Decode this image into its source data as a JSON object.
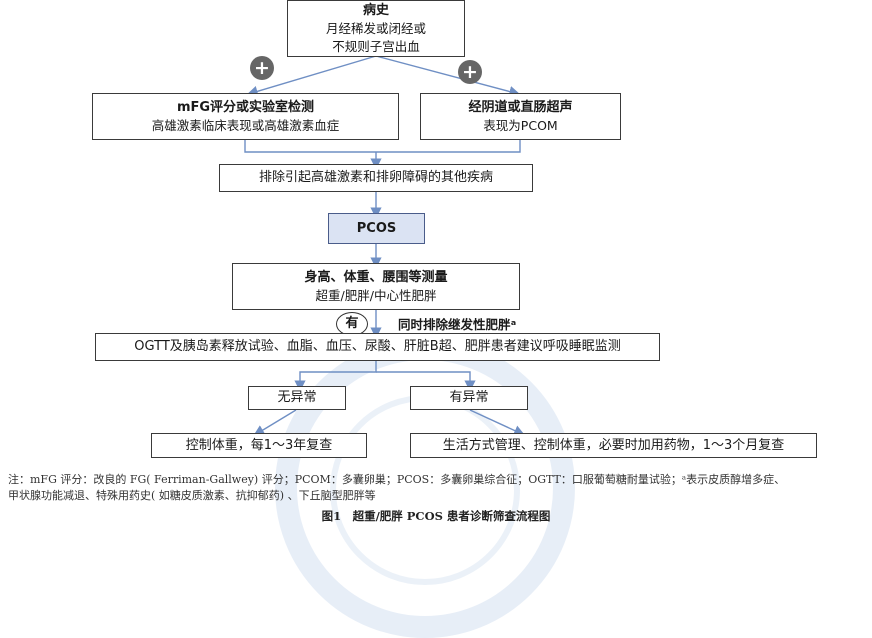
{
  "history": {
    "title": "病史",
    "line1": "月经稀发或闭经或",
    "line2": "不规则子宫出血"
  },
  "plus_symbol": "+",
  "mfg": {
    "title": "mFG评分或实验室检测",
    "subtitle": "高雄激素临床表现或高雄激素血症"
  },
  "ultrasound": {
    "title": "经阴道或直肠超声",
    "subtitle": "表现为PCOM"
  },
  "exclude": {
    "text": "排除引起高雄激素和排卵障碍的其他疾病"
  },
  "pcos": {
    "text": "PCOS"
  },
  "measure": {
    "title": "身高、体重、腰围等测量",
    "subtitle": "超重/肥胖/中心性肥胖"
  },
  "has_label": "有",
  "secondary": "同时排除继发性肥胖ᵃ",
  "tests": {
    "text": "OGTT及胰岛素释放试验、血脂、血压、尿酸、肝脏B超、肥胖患者建议呼吸睡眠监测"
  },
  "normal": {
    "text": "无异常"
  },
  "abnormal": {
    "text": "有异常"
  },
  "normal_action": {
    "text": "控制体重，每1～3年复查"
  },
  "abnormal_action": {
    "text": "生活方式管理、控制体重，必要时加用药物，1～3个月复查"
  },
  "note_line1": "注：mFG 评分：改良的 FG( Ferriman-Gallwey) 评分；PCOM：多囊卵巢；PCOS：多囊卵巢综合征；OGTT：口服葡萄糖耐量试验；ᵃ表示皮质醇增多症、",
  "note_line2": "甲状腺功能减退、特殊用药史( 如糖皮质激素、抗抑郁药) 、下丘脑型肥胖等",
  "caption": "图1　超重/肥胖 PCOS 患者诊断筛查流程图",
  "colors": {
    "arrow": "#6f8fc4",
    "plus_bg": "#666666",
    "pcos_fill": "#dbe3f3"
  }
}
